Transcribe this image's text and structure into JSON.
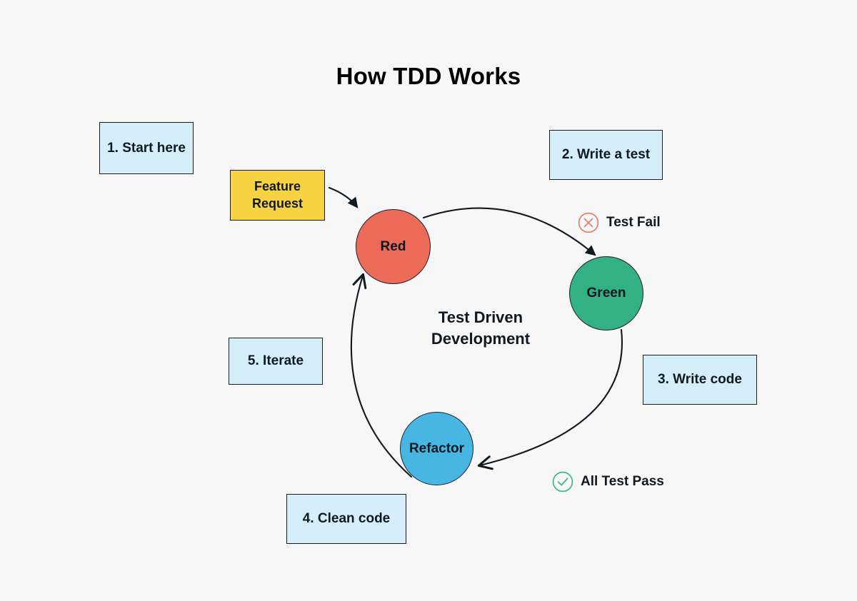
{
  "page": {
    "title": "How TDD Works",
    "background_color": "#f7f7f7"
  },
  "diagram": {
    "center_label_line1": "Test Driven",
    "center_label_line2": "Development",
    "trigger": {
      "label_line1": "Feature",
      "label_line2": "Request",
      "fill_color": "#f8d341",
      "border_color": "#1c1c1c"
    },
    "nodes": [
      {
        "id": "red",
        "label": "Red",
        "fill_color": "#ec6a58"
      },
      {
        "id": "green",
        "label": "Green",
        "fill_color": "#33b184"
      },
      {
        "id": "refactor",
        "label": "Refactor",
        "fill_color": "#47b6e3"
      }
    ],
    "status_markers": [
      {
        "id": "test-fail",
        "label": "Test Fail",
        "icon": "circle-x-icon",
        "color": "#e8806f"
      },
      {
        "id": "all-test-pass",
        "label": "All Test Pass",
        "icon": "circle-check-icon",
        "color": "#3fb98c"
      }
    ]
  },
  "steps": [
    {
      "id": "1",
      "label": "1. Start here"
    },
    {
      "id": "2",
      "label": "2. Write a test"
    },
    {
      "id": "3",
      "label": "3. Write code"
    },
    {
      "id": "4",
      "label": "4. Clean code"
    },
    {
      "id": "5",
      "label": "5. Iterate"
    }
  ],
  "style": {
    "step_box_fill": "#d5eefa",
    "step_box_border": "#1c1c1c",
    "arrow_color": "#101820",
    "text_color": "#101820"
  }
}
